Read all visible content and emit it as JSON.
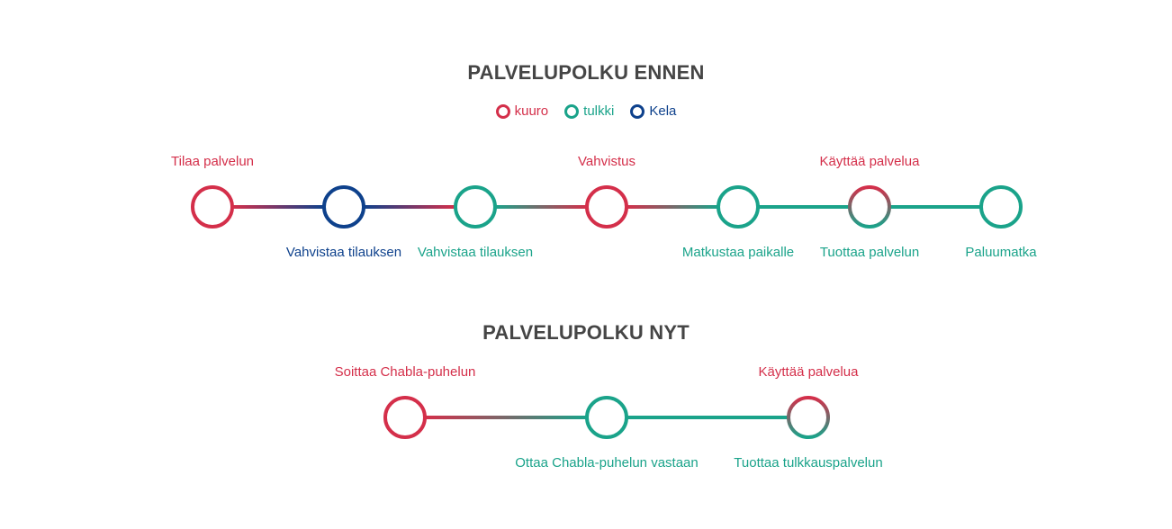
{
  "colors": {
    "kuuro": "#d42f4a",
    "tulkki": "#1aa38a",
    "kela": "#0e418c"
  },
  "legend": [
    {
      "key": "kuuro",
      "label": "kuuro"
    },
    {
      "key": "tulkki",
      "label": "tulkki"
    },
    {
      "key": "kela",
      "label": "Kela"
    }
  ],
  "before": {
    "title": "PALVELUPOLKU ENNEN",
    "nodes": [
      {
        "role": "kuuro",
        "label": "Tilaa palvelun",
        "label_side": "above"
      },
      {
        "role": "kela",
        "label": "Vahvistaa tilauksen",
        "label_side": "below"
      },
      {
        "role": "tulkki",
        "label": "Vahvistaa tilauksen",
        "label_side": "below"
      },
      {
        "role": "kuuro",
        "label": "Vahvistus",
        "label_side": "above"
      },
      {
        "role": "tulkki",
        "label": "Matkustaa paikalle",
        "label_side": "below"
      },
      {
        "role": "kuuro+tulkki",
        "label": "Käyttää palvelua",
        "label_side": "above",
        "label2": "Tuottaa palvelun"
      },
      {
        "role": "tulkki",
        "label": "Paluumatka",
        "label_side": "below"
      }
    ]
  },
  "now": {
    "title": "PALVELUPOLKU NYT",
    "nodes": [
      {
        "role": "kuuro",
        "label": "Soittaa Chabla-puhelun",
        "label_side": "above"
      },
      {
        "role": "tulkki",
        "label": "Ottaa Chabla-puhelun vastaan",
        "label_side": "below"
      },
      {
        "role": "kuuro+tulkki",
        "label": "Käyttää palvelua",
        "label_side": "above",
        "label2": "Tuottaa tulkkauspalvelun"
      }
    ]
  }
}
